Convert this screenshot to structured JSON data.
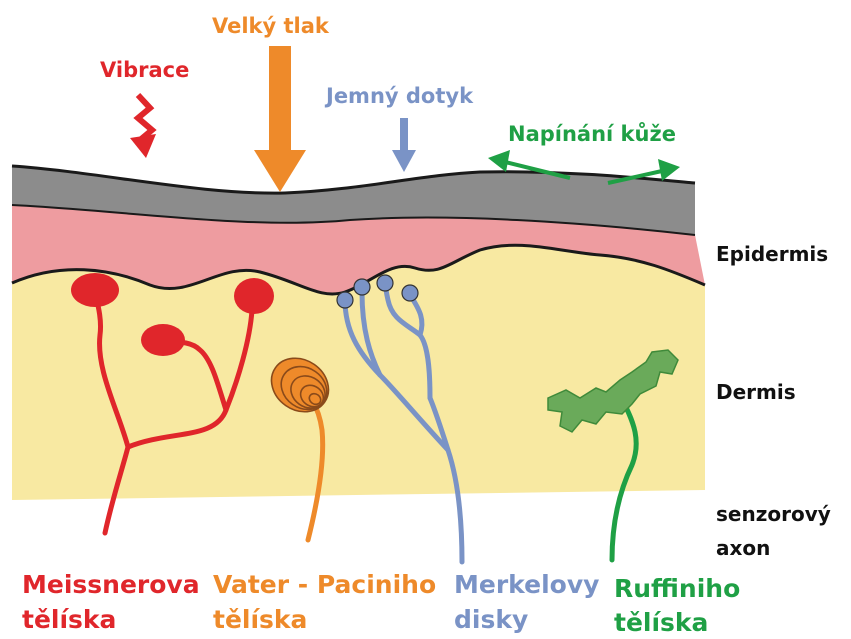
{
  "stimuli": {
    "vibration": "Vibrace",
    "high_pressure": "Velký tlak",
    "light_touch": "Jemný dotyk",
    "skin_stretch": "Napínání kůže"
  },
  "layers": {
    "epidermis": "Epidermis",
    "dermis": "Dermis",
    "axon_line1": "senzorový",
    "axon_line2": "axon"
  },
  "receptors": {
    "meissner_line1": "Meissnerova",
    "meissner_line2": "tělíska",
    "pacini_line1": "Vater - Paciniho",
    "pacini_line2": "tělíska",
    "merkel_line1": "Merkelovy",
    "merkel_line2": "disky",
    "ruffini_line1": "Ruffiniho",
    "ruffini_line2": "tělíska"
  },
  "colors": {
    "meissner": "#e0262b",
    "pacini": "#ee8a2a",
    "merkel": "#7a93c6",
    "ruffini": "#1fa045",
    "stratum_corneum": "#8c8c8c",
    "epidermis": "#ee9ca0",
    "dermis": "#f8e9a2"
  }
}
